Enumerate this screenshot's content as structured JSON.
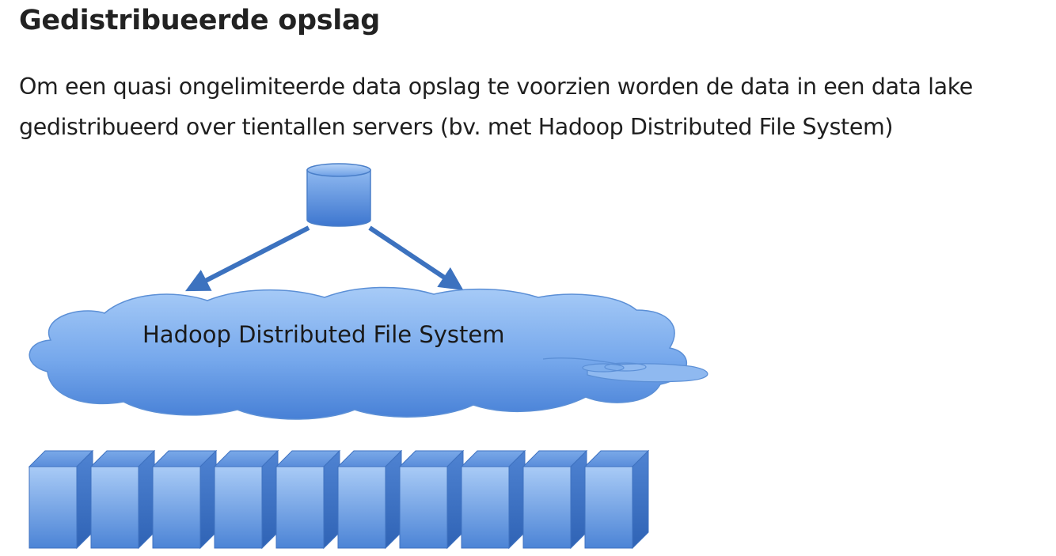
{
  "heading": "Gedistribueerde opslag",
  "paragraph": "Om een quasi ongelimiteerde data opslag te voorzien worden de data in een data lake gedistribueerd over tientallen servers (bv. met Hadoop Distributed File System)",
  "diagram": {
    "cloud_label": "Hadoop Distributed File System",
    "server_count": 10,
    "colors": {
      "fill_top": "#9cc3f5",
      "fill_bottom": "#3f7ad2",
      "outline": "#4a7fc9",
      "arrow": "#3c72bf"
    }
  }
}
